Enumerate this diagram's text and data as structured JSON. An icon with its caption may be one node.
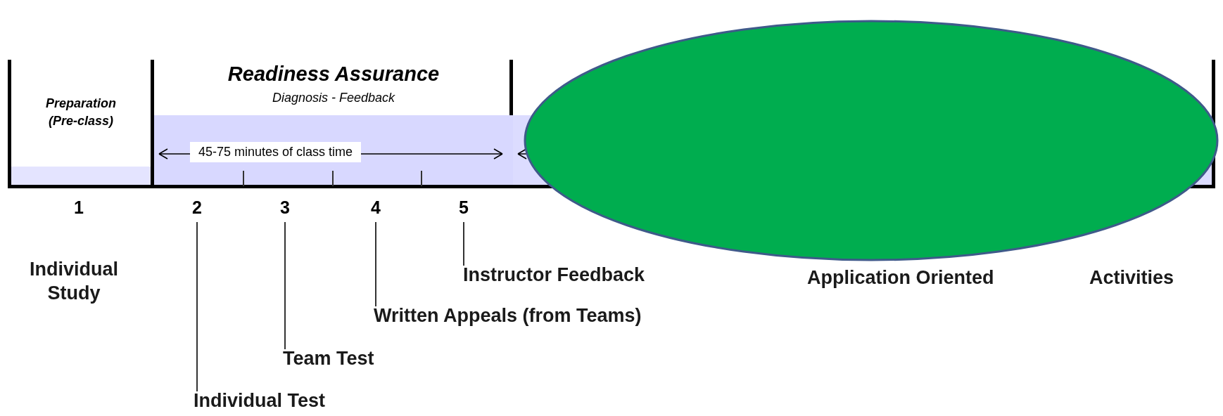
{
  "diagram": {
    "nodes": [
      {
        "text": [
          "Preparation (Pre-class)"
        ]
      },
      {
        "text": [
          "Readiness Assurance",
          "Diagnosis - Feedback"
        ]
      },
      {
        "text": [],
        "shape": "ellipse"
      },
      {
        "text": [
          "2"
        ]
      },
      {
        "text": [
          "3"
        ]
      },
      {
        "text": [
          "4"
        ]
      },
      {
        "text": [
          "5"
        ]
      },
      {
        "text": [
          "Instructor Feedback"
        ]
      },
      {
        "text": [
          "Written Appeals (from Teams)"
        ]
      },
      {
        "text": [
          "Team Test"
        ]
      },
      {
        "text": [
          "Individual Test"
        ]
      }
    ],
    "edges": [
      {
        "from": 10,
        "to": 3,
        "arrow": "none"
      },
      {
        "from": 9,
        "to": 4,
        "arrow": "none"
      },
      {
        "from": 8,
        "to": 5,
        "arrow": "none"
      },
      {
        "from": 7,
        "to": 6,
        "arrow": "none"
      }
    ],
    "labels": [
      "45-75 minutes of class time",
      "1",
      "Individual Study",
      "Application Oriented",
      "Activities"
    ]
  }
}
